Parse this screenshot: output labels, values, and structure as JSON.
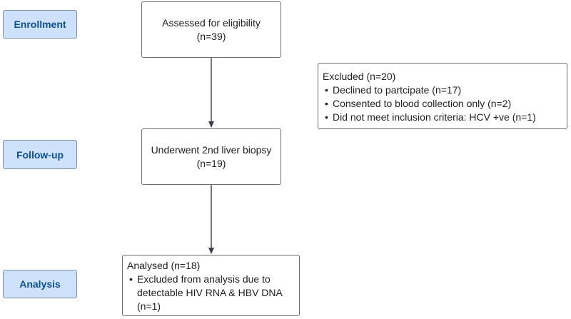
{
  "stages": {
    "enrollment": "Enrollment",
    "follow_up": "Follow-up",
    "analysis": "Analysis"
  },
  "assessed": {
    "title": "Assessed for eligibility",
    "count": "(n=39)"
  },
  "excluded": {
    "title": "Excluded (n=20)",
    "items": [
      "Declined to partcipate (n=17)",
      "Consented to blood collection only (n=2)",
      "Did not meet inclusion criteria: HCV +ve (n=1)"
    ]
  },
  "biopsy": {
    "title": "Underwent 2nd liver biopsy",
    "count": "(n=19)"
  },
  "analysed": {
    "title": "Analysed (n=18)",
    "items": [
      "Excluded from analysis due to detectable HIV RNA & HBV DNA (n=1)"
    ]
  },
  "colors": {
    "stage_fill": "#cfe2fb",
    "stage_text": "#0b4f9e",
    "arrow": "#3a3f4a"
  }
}
